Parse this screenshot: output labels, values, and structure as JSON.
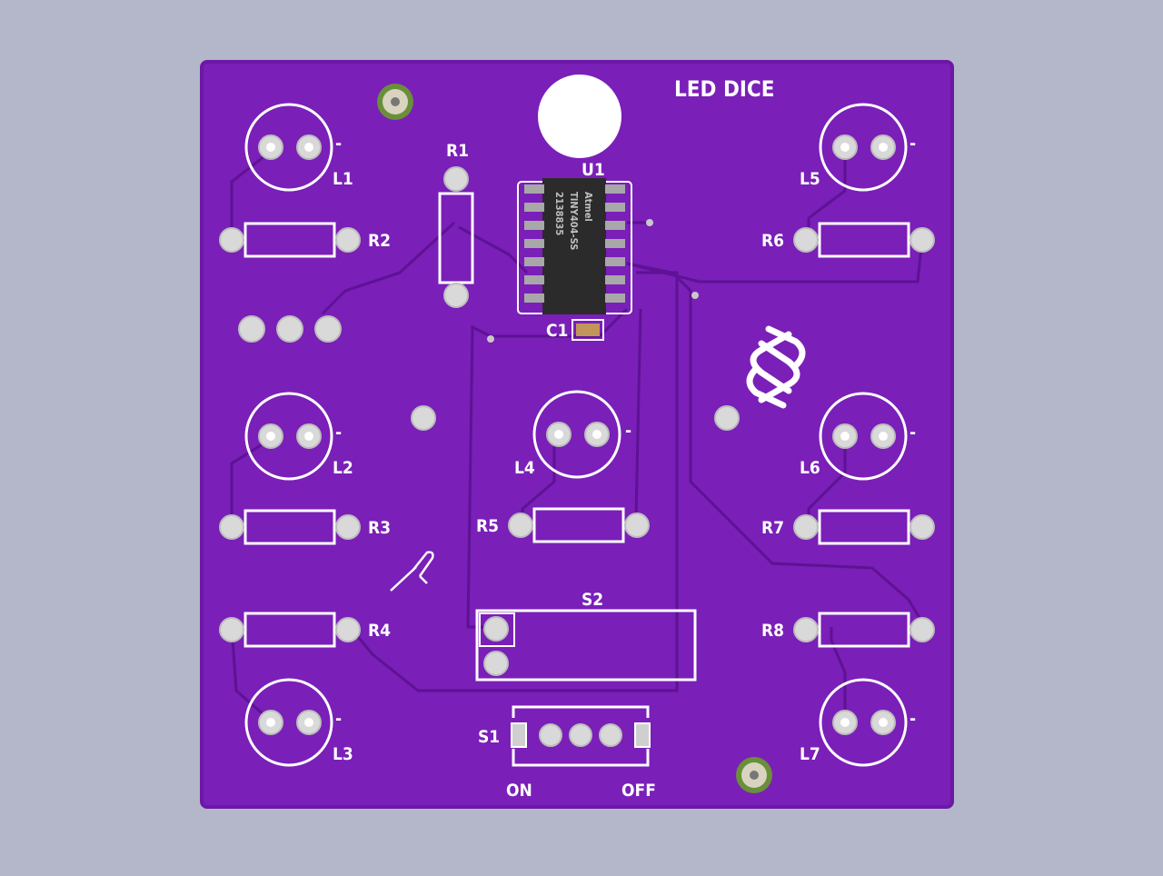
{
  "board": {
    "title": "LED DICE",
    "colors": {
      "background": "#b3b7c9",
      "board": "#7a1fb8",
      "board_edge": "#6c18a6",
      "trace": "#5e1294",
      "silkscreen": "#ffffff",
      "pad": "#d9d9d9",
      "chip": "#2b2b2b"
    },
    "labels": {
      "L1": "L1",
      "L2": "L2",
      "L3": "L3",
      "L4": "L4",
      "L5": "L5",
      "L6": "L6",
      "L7": "L7",
      "R1": "R1",
      "R2": "R2",
      "R3": "R3",
      "R4": "R4",
      "R5": "R5",
      "R6": "R6",
      "R7": "R7",
      "R8": "R8",
      "U1": "U1",
      "C1": "C1",
      "S1": "S1",
      "S2": "S2",
      "on": "ON",
      "off": "OFF",
      "minus": "-"
    },
    "chip_marking": [
      "Atmel",
      "TINY404-SS",
      "2138835"
    ],
    "icons": [
      "brand-logo-icon",
      "probe-icon"
    ]
  }
}
